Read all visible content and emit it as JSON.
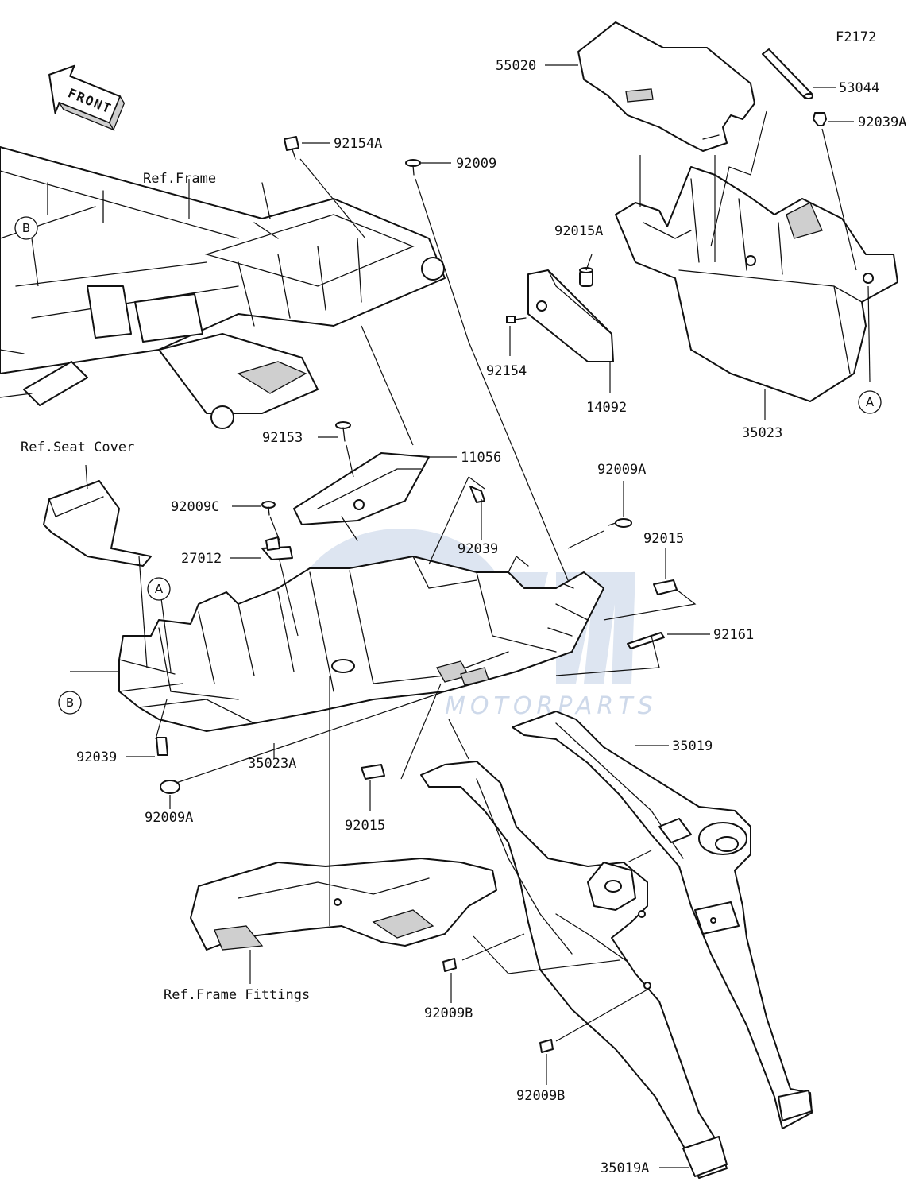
{
  "diagram_code": "F2172",
  "front_label": "FRONT",
  "watermark": {
    "logo": "FEM",
    "text": "MOTORPARTS"
  },
  "refs": {
    "frame": "Ref.Frame",
    "seat_cover": "Ref.Seat Cover",
    "frame_fittings": "Ref.Frame Fittings"
  },
  "markers": {
    "a": "A",
    "b": "B"
  },
  "parts": {
    "p55020": "55020",
    "p53044": "53044",
    "p92039A": "92039A",
    "p92154A": "92154A",
    "p92009": "92009",
    "p92015A": "92015A",
    "p92154": "92154",
    "p14092": "14092",
    "p35023": "35023",
    "p92153": "92153",
    "p11056": "11056",
    "p92009A_top": "92009A",
    "p92009C": "92009C",
    "p92039_mid": "92039",
    "p92015_right": "92015",
    "p27012": "27012",
    "p92161": "92161",
    "p35019": "35019",
    "p92039_left": "92039",
    "p35023A": "35023A",
    "p92009A_bottom": "92009A",
    "p92015_bottom": "92015",
    "p92009B_upper": "92009B",
    "p92009B_lower": "92009B",
    "p35019A": "35019A"
  }
}
